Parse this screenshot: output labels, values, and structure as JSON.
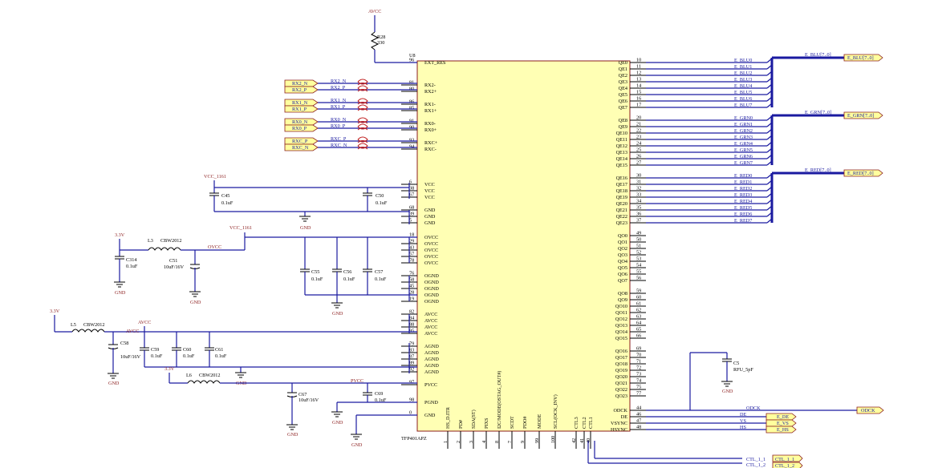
{
  "chip": {
    "ref": "U8",
    "part": "TFP401APZ",
    "left_pins": [
      {
        "num": "96",
        "name": "EXT_RES"
      },
      {
        "num": "81",
        "name": "RX2-"
      },
      {
        "num": "80",
        "name": "RX2+"
      },
      {
        "num": "86",
        "name": "RX1-"
      },
      {
        "num": "85",
        "name": "RX1+"
      },
      {
        "num": "91",
        "name": "RX0-"
      },
      {
        "num": "90",
        "name": "RX0+"
      },
      {
        "num": "93",
        "name": "RXC+"
      },
      {
        "num": "94",
        "name": "RXC-"
      },
      {
        "num": "6",
        "name": "VCC"
      },
      {
        "num": "38",
        "name": "VCC"
      },
      {
        "num": "67",
        "name": "VCC"
      },
      {
        "num": "68",
        "name": "GND"
      },
      {
        "num": "39",
        "name": "GND"
      },
      {
        "num": "5",
        "name": "GND"
      },
      {
        "num": "18",
        "name": "OVCC"
      },
      {
        "num": "29",
        "name": "OVCC"
      },
      {
        "num": "43",
        "name": "OVCC"
      },
      {
        "num": "57",
        "name": "OVCC"
      },
      {
        "num": "78",
        "name": "OVCC"
      },
      {
        "num": "76",
        "name": "OGND"
      },
      {
        "num": "58",
        "name": "OGND"
      },
      {
        "num": "45",
        "name": "OGND"
      },
      {
        "num": "28",
        "name": "OGND"
      },
      {
        "num": "19",
        "name": "OGND"
      },
      {
        "num": "82",
        "name": "AVCC"
      },
      {
        "num": "84",
        "name": "AVCC"
      },
      {
        "num": "88",
        "name": "AVCC"
      },
      {
        "num": "95",
        "name": "AVCC"
      },
      {
        "num": "79",
        "name": "AGND"
      },
      {
        "num": "83",
        "name": "AGND"
      },
      {
        "num": "87",
        "name": "AGND"
      },
      {
        "num": "89",
        "name": "AGND"
      },
      {
        "num": "92",
        "name": "AGND"
      },
      {
        "num": "97",
        "name": "PVCC"
      },
      {
        "num": "98",
        "name": "PGND"
      },
      {
        "num": "0",
        "name": "GND"
      }
    ],
    "right_pins": [
      {
        "num": "10",
        "name": "QE0"
      },
      {
        "num": "11",
        "name": "QE1"
      },
      {
        "num": "12",
        "name": "QE2"
      },
      {
        "num": "13",
        "name": "QE3"
      },
      {
        "num": "14",
        "name": "QE4"
      },
      {
        "num": "15",
        "name": "QE5"
      },
      {
        "num": "16",
        "name": "QE6"
      },
      {
        "num": "17",
        "name": "QE7"
      },
      {
        "num": "20",
        "name": "QE8"
      },
      {
        "num": "21",
        "name": "QE9"
      },
      {
        "num": "22",
        "name": "QE10"
      },
      {
        "num": "23",
        "name": "QE11"
      },
      {
        "num": "24",
        "name": "QE12"
      },
      {
        "num": "25",
        "name": "QE13"
      },
      {
        "num": "26",
        "name": "QE14"
      },
      {
        "num": "27",
        "name": "QE15"
      },
      {
        "num": "30",
        "name": "QE16"
      },
      {
        "num": "31",
        "name": "QE17"
      },
      {
        "num": "32",
        "name": "QE18"
      },
      {
        "num": "33",
        "name": "QE19"
      },
      {
        "num": "34",
        "name": "QE20"
      },
      {
        "num": "35",
        "name": "QE21"
      },
      {
        "num": "36",
        "name": "QE22"
      },
      {
        "num": "37",
        "name": "QE23"
      },
      {
        "num": "49",
        "name": "QO0"
      },
      {
        "num": "50",
        "name": "QO1"
      },
      {
        "num": "51",
        "name": "QO2"
      },
      {
        "num": "52",
        "name": "QO3"
      },
      {
        "num": "53",
        "name": "QO4"
      },
      {
        "num": "54",
        "name": "QO5"
      },
      {
        "num": "55",
        "name": "QO6"
      },
      {
        "num": "56",
        "name": "QO7"
      },
      {
        "num": "59",
        "name": "QO8"
      },
      {
        "num": "60",
        "name": "QO9"
      },
      {
        "num": "61",
        "name": "QO10"
      },
      {
        "num": "62",
        "name": "QO11"
      },
      {
        "num": "63",
        "name": "QO12"
      },
      {
        "num": "64",
        "name": "QO13"
      },
      {
        "num": "65",
        "name": "QO14"
      },
      {
        "num": "66",
        "name": "QO15"
      },
      {
        "num": "69",
        "name": "QO16"
      },
      {
        "num": "70",
        "name": "QO17"
      },
      {
        "num": "71",
        "name": "QO18"
      },
      {
        "num": "72",
        "name": "QO19"
      },
      {
        "num": "73",
        "name": "QO20"
      },
      {
        "num": "74",
        "name": "QO21"
      },
      {
        "num": "75",
        "name": "QO22"
      },
      {
        "num": "77",
        "name": "QO23"
      },
      {
        "num": "44",
        "name": "ODCK"
      },
      {
        "num": "46",
        "name": "DE"
      },
      {
        "num": "47",
        "name": "VSYNC"
      },
      {
        "num": "48",
        "name": "HSYNC"
      }
    ],
    "bottom_pins": [
      {
        "num": "1",
        "name": "HS_D.ITR"
      },
      {
        "num": "2",
        "name": "PD#"
      },
      {
        "num": "3",
        "name": "SDA(ST)"
      },
      {
        "num": "4",
        "name": "PIXS"
      },
      {
        "num": "8",
        "name": "I2C/MODE(OSTAG_OUT#)"
      },
      {
        "num": "7",
        "name": "SCDT"
      },
      {
        "num": "9",
        "name": "PDO#"
      },
      {
        "num": "99",
        "name": "MODE"
      },
      {
        "num": "100",
        "name": "SCL(OCK_INV)"
      },
      {
        "num": "42",
        "name": "CTL3"
      },
      {
        "num": "41",
        "name": "CTL2"
      },
      {
        "num": "40",
        "name": "CTL1"
      }
    ]
  },
  "rx_ports": [
    {
      "port": "RX2_N",
      "net": "RX2_N"
    },
    {
      "port": "RX2_P",
      "net": "RX2_P"
    },
    {
      "port": "RX1_N",
      "net": "RX1_N"
    },
    {
      "port": "RX1_P",
      "net": "RX1_P"
    },
    {
      "port": "RX0_N",
      "net": "RX0_N"
    },
    {
      "port": "RX0_P",
      "net": "RX0_P"
    },
    {
      "port": "RXC_P",
      "net": "RXC_P"
    },
    {
      "port": "RXC_N",
      "net": "RXC_N"
    }
  ],
  "buses": [
    {
      "name": "E_BLU[7..0]",
      "port": "E_BLU[7..0]",
      "nets": [
        "E_BLU0",
        "E_BLU1",
        "E_BLU2",
        "E_BLU3",
        "E_BLU4",
        "E_BLU5",
        "E_BLU6",
        "E_BLU7"
      ]
    },
    {
      "name": "E_GRN[7..0]",
      "port": "E_GRN[7..0]",
      "nets": [
        "E_GRN0",
        "E_GRN1",
        "E_GRN2",
        "E_GRN3",
        "E_GRN4",
        "E_GRN5",
        "E_GRN6",
        "E_GRN7"
      ]
    },
    {
      "name": "E_RED[7..0]",
      "port": "E_RED[7..0]",
      "nets": [
        "E_RED0",
        "E_RED1",
        "E_RED2",
        "E_RED3",
        "E_RED4",
        "E_RED5",
        "E_RED6",
        "E_RED7"
      ]
    }
  ],
  "sync_nets": [
    {
      "net": "ODCK",
      "port": "ODCK"
    },
    {
      "net": "DE",
      "port": "E_DE"
    },
    {
      "net": "VS",
      "port": "E_VS"
    },
    {
      "net": "HS",
      "port": "E_HS"
    }
  ],
  "ctl_ports": [
    "CTL_1_1",
    "CTL_1_2"
  ],
  "power": {
    "avcc_top": "AVCC",
    "vcc_1161": "VCC_1161",
    "vcc_1161_b": "VCC_1161",
    "v33_a": "3.3V",
    "v33_b": "3.3V",
    "v33_c": "3.3V",
    "ovcc": "OVCC",
    "avcc": "AVCC",
    "pvcc": "PVCC",
    "gnd": "GND"
  },
  "components": {
    "r28": {
      "ref": "R28",
      "value": "330"
    },
    "c45": {
      "ref": "C45",
      "value": "0.1uF"
    },
    "c50": {
      "ref": "C50",
      "value": "0.1uF"
    },
    "l3": {
      "ref": "L3",
      "value": "CBW2012"
    },
    "c314": {
      "ref": "C314",
      "value": "0.1uF"
    },
    "c51": {
      "ref": "C51",
      "value": "10uF/16V"
    },
    "c55": {
      "ref": "C55",
      "value": "0.1uF"
    },
    "c56": {
      "ref": "C56",
      "value": "0.1uF"
    },
    "c57": {
      "ref": "C57",
      "value": "0.1uF"
    },
    "l5": {
      "ref": "L5",
      "value": "CBW2012"
    },
    "c58": {
      "ref": "C58",
      "value": "10uF/16V"
    },
    "c59": {
      "ref": "C59",
      "value": "0.1uF"
    },
    "c60": {
      "ref": "C60",
      "value": "0.1uF"
    },
    "c61": {
      "ref": "C61",
      "value": "0.1uF"
    },
    "l6": {
      "ref": "L6",
      "value": "CBW2012"
    },
    "c67": {
      "ref": "C67",
      "value": "10uF/16V"
    },
    "c69": {
      "ref": "C69",
      "value": "0.1uF"
    },
    "c5": {
      "ref": "C5",
      "value": "RFU_5pF"
    }
  }
}
